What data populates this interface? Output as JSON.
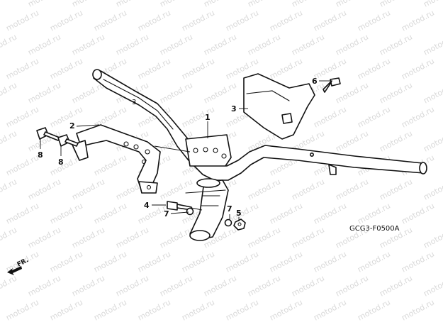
{
  "watermark": "motod.ru",
  "callouts": [
    {
      "id": "c1",
      "label": "1"
    },
    {
      "id": "c2",
      "label": "2"
    },
    {
      "id": "c3",
      "label": "3"
    },
    {
      "id": "c4",
      "label": "4"
    },
    {
      "id": "c5",
      "label": "5"
    },
    {
      "id": "c6",
      "label": "6"
    },
    {
      "id": "c7a",
      "label": "7"
    },
    {
      "id": "c7b",
      "label": "7"
    },
    {
      "id": "c8a",
      "label": "8"
    },
    {
      "id": "c8b",
      "label": "8"
    }
  ],
  "diagram_code": "GCG3-F0500A",
  "direction_label": "FR.",
  "small_mark": "3"
}
